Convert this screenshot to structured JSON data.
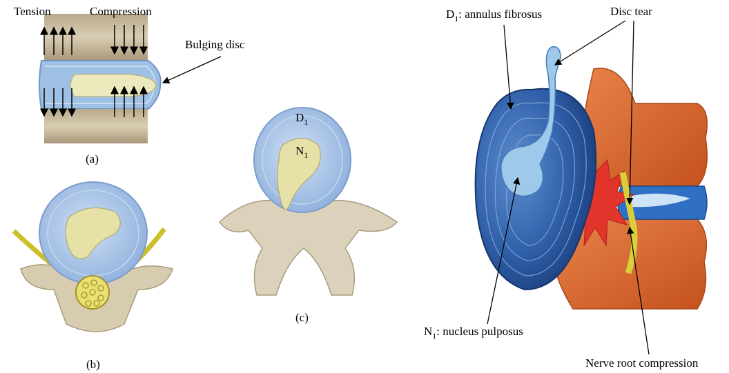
{
  "labels": {
    "tension": "Tension",
    "compression": "Compression",
    "bulging_disc": "Bulging disc",
    "d1_prefix": "D",
    "d1_sub": "1",
    "d1_text": ": annulus fibrosus",
    "n1_prefix": "N",
    "n1_sub": "1",
    "n1_text": ": nucleus pulposus",
    "disc_tear": "Disc tear",
    "nerve_root": "Nerve root compression"
  },
  "captions": {
    "a": "(a)",
    "b": "(b)",
    "c": "(c)"
  },
  "colors": {
    "annulus": "#a9c3e6",
    "annulus_ring": "#8aa8d6",
    "nucleus": "#e9e6b8",
    "bone": "#cdbfa3",
    "bone_dark": "#9c8a6c",
    "vertebra_orange": "#e06a2c",
    "disc_blue": "#2f6fc4",
    "nerve_yellow": "#d9cf3a"
  }
}
